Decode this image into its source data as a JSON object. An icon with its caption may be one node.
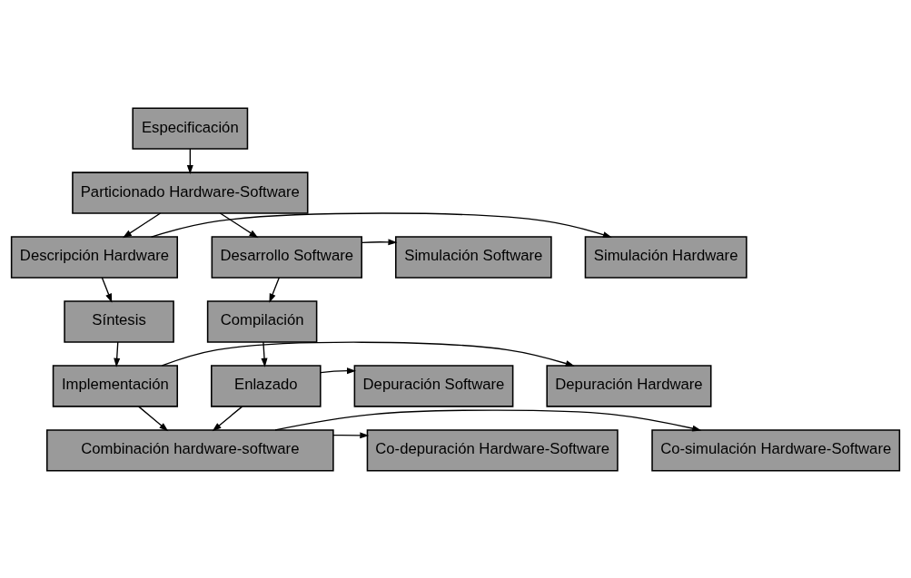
{
  "diagram": {
    "nodes": [
      {
        "text": [
          "Especificación"
        ]
      },
      {
        "text": [
          "Particionado Hardware-Software"
        ]
      },
      {
        "text": [
          "Simulación Hardware"
        ]
      },
      {
        "text": [
          "Descripción Hardware"
        ]
      },
      {
        "text": [
          "Desarrollo Software"
        ]
      },
      {
        "text": [
          "Simulación Software"
        ]
      },
      {
        "text": [
          "Síntesis"
        ]
      },
      {
        "text": [
          "Compilación"
        ]
      },
      {
        "text": [
          "Depuración Hardware"
        ]
      },
      {
        "text": [
          "Implementación"
        ]
      },
      {
        "text": [
          "Enlazado"
        ]
      },
      {
        "text": [
          "Depuración Software"
        ]
      },
      {
        "text": [
          "Co-simulación Hardware-Software"
        ]
      },
      {
        "text": [
          "Combinación hardware-software"
        ]
      },
      {
        "text": [
          "Co-depuración Hardware-Software"
        ]
      }
    ],
    "edges": [
      {
        "from": 0,
        "to": 1,
        "arrow": "to"
      },
      {
        "from": 1,
        "to": 3,
        "arrow": "to"
      },
      {
        "from": 1,
        "to": 4,
        "arrow": "to"
      },
      {
        "from": 3,
        "to": 2,
        "arrow": "to"
      },
      {
        "from": 4,
        "to": 5,
        "arrow": "to"
      },
      {
        "from": 3,
        "to": 6,
        "arrow": "to"
      },
      {
        "from": 4,
        "to": 7,
        "arrow": "to"
      },
      {
        "from": 6,
        "to": 9,
        "arrow": "to"
      },
      {
        "from": 7,
        "to": 10,
        "arrow": "to"
      },
      {
        "from": 9,
        "to": 8,
        "arrow": "to"
      },
      {
        "from": 10,
        "to": 11,
        "arrow": "to"
      },
      {
        "from": 9,
        "to": 13,
        "arrow": "to"
      },
      {
        "from": 10,
        "to": 13,
        "arrow": "to"
      },
      {
        "from": 13,
        "to": 12,
        "arrow": "to"
      },
      {
        "from": 13,
        "to": 14,
        "arrow": "to"
      }
    ]
  }
}
